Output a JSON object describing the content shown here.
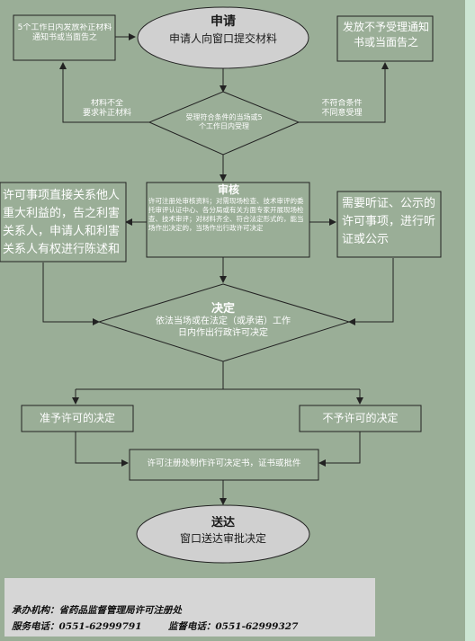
{
  "colors": {
    "background": "#9aae97",
    "stroke": "#222222",
    "node_fill": "#9aae97",
    "ellipse_fill": "#d0d0d0",
    "footer_fill": "#d6d6d6",
    "text": "#ffffff"
  },
  "nodes": {
    "supplement_notice": "5个工作日内发放补正材料通知书或当面告之",
    "apply_title": "申请",
    "apply_text": "申请人向窗口提交材料",
    "reject_notice": "发放不予受理通知书或当面告之",
    "left_edge_label": "材料不全\n要求补正材料",
    "right_edge_label": "不符合条件\n不同意受理",
    "accept_decision": "受理符合条件的当场或5个工作日内受理",
    "review_title": "审核",
    "review_text": "许可注册处审核资料；对需现场检查、技术审评的委托审评认证中心、各分局或有关方面专家开展现场检查、技术审评；对材料齐全、符合法定形式的，能当场作出决定的，当场作出行政许可决定",
    "interest_notice": "许可事项直接关系他人重大利益的，告之利害关系人，申请人和利害关系人有权进行陈述和",
    "hearing_notice": "需要听证、公示的许可事项，进行听证或公示",
    "decision_title": "决定",
    "decision_text": "依法当场或在法定（或承诺）工作日内作出行政许可决定",
    "approve": "准予许可的决定",
    "deny": "不予许可的决定",
    "produce": "许可注册处制作许可决定书，证书或批件",
    "deliver_title": "送达",
    "deliver_text": "窗口送达审批决定"
  },
  "footer": {
    "agency_label": "承办机构：",
    "agency": "省药品监督管理局许可注册处",
    "service_label": "服务电话：",
    "service_phone": "0551-62999791",
    "supervise_label": "监督电话：",
    "supervise_phone": "0551-62999327"
  }
}
